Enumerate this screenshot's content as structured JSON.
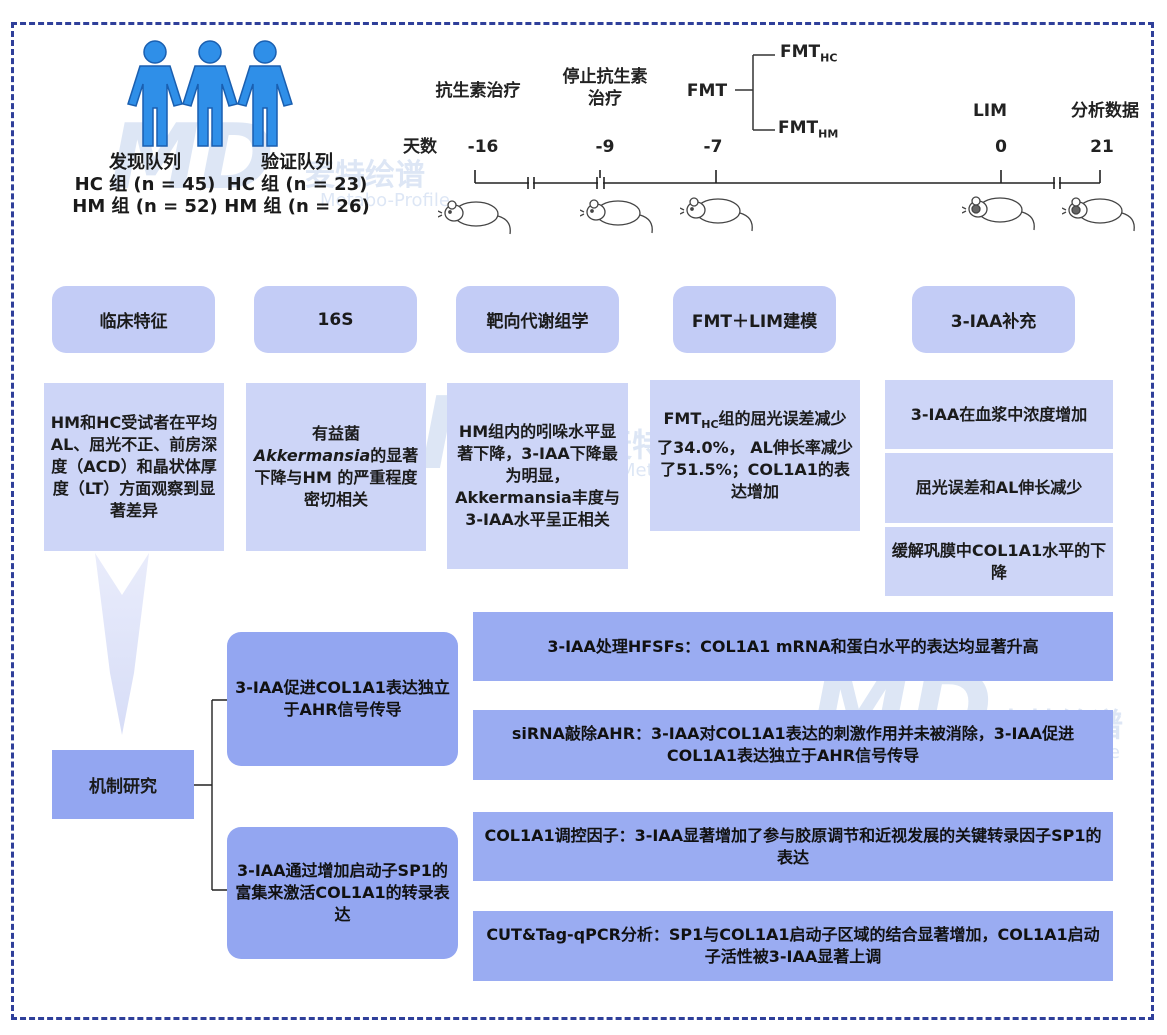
{
  "cohorts": {
    "discovery": {
      "title": "发现队列",
      "hc": "HC 组 (n = 45)",
      "hm": "HM 组 (n = 52)"
    },
    "validation": {
      "title": "验证队列",
      "hc": "HC 组 (n = 23)",
      "hm": "HM 组 (n = 26)"
    }
  },
  "timeline": {
    "day_label": "天数",
    "stages": [
      {
        "label": "抗生素治疗",
        "day": "-16"
      },
      {
        "label": "停止抗生素\n治疗",
        "day": "-9"
      },
      {
        "label": "FMT",
        "day": "-7"
      },
      {
        "label": "LIM",
        "day": "0"
      },
      {
        "label": "分析数据",
        "day": "21"
      }
    ],
    "fmt_branch_hc_main": "FMT",
    "fmt_branch_hc_sub": "HC",
    "fmt_branch_hm_main": "FMT",
    "fmt_branch_hm_sub": "HM"
  },
  "categories": [
    {
      "label": "临床特征"
    },
    {
      "label": "16S"
    },
    {
      "label": "靶向代谢组学"
    },
    {
      "label": "FMT＋LIM建模"
    },
    {
      "label": "3-IAA补充"
    }
  ],
  "findings": {
    "clinical": "HM和HC受试者在平均AL、屈光不正、前房深度（ACD）和晶状体厚度（LT）方面观察到显著差异",
    "s16_pre": "有益菌",
    "s16_italic": "Akkermansia",
    "s16_post": "的显著下降与HM 的严重程度密切相关",
    "metab": "HM组内的吲哚水平显著下降，3-IAA下降最为明显，Akkermansia丰度与3-IAA水平呈正相关",
    "fmt_pre": "FMT",
    "fmt_sub": "HC",
    "fmt_post": "组的屈光误差减少了34.0%， AL伸长率减少了51.5%；COL1A1的表达增加",
    "iaa": [
      "3-IAA在血浆中浓度增加",
      "屈光误差和AL伸长减少",
      "缓解巩膜中COL1A1水平的下降"
    ]
  },
  "mechanism": {
    "root": "机制研究",
    "branches": [
      {
        "label": "3-IAA促进COL1A1表达独立于AHR信号传导",
        "results": [
          "3-IAA处理HFSFs：COL1A1 mRNA和蛋白水平的表达均显著升高",
          "siRNA敲除AHR：3-IAA对COL1A1表达的刺激作用并未被消除，3-IAA促进COL1A1表达独立于AHR信号传导"
        ]
      },
      {
        "label": "3-IAA通过增加启动子SP1的富集来激活COL1A1的转录表达",
        "results": [
          "COL1A1调控因子：3-IAA显著增加了参与胶原调节和近视发展的关键转录因子SP1的表达",
          "CUT&Tag-qPCR分析：SP1与COL1A1启动子区域的结合显著增加，COL1A1启动子活性被3-IAA显著上调"
        ]
      }
    ]
  },
  "watermark": {
    "cn": "麦特绘谱",
    "en": "Metabo-Profile"
  },
  "colors": {
    "frame": "#2f3f9a",
    "button": "#c3ccf6",
    "desc": "#cdd5f7",
    "mech": "#93a6f1",
    "person": "#2f8fe8"
  }
}
